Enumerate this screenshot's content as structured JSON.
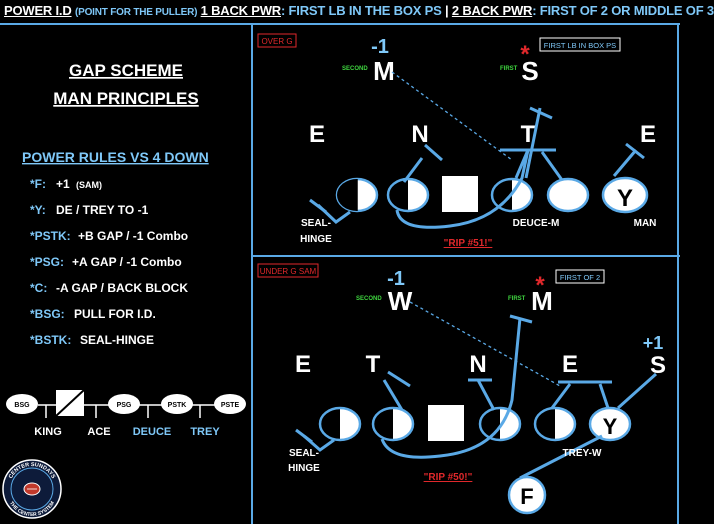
{
  "header": {
    "title": "POWER I.D",
    "subtitle": "(POINT FOR THE PULLER)",
    "one_back_label": "1 BACK PWR",
    "one_back_rule": ": FIRST LB IN THE BOX PS",
    "separator": "|",
    "two_back_label": "2 BACK PWR",
    "two_back_rule": ": FIRST OF 2 OR MIDDLE OF 3"
  },
  "left_panel": {
    "heading_1": "GAP SCHEME",
    "heading_2": "MAN PRINCIPLES",
    "rules_title": "POWER RULES VS 4 DOWN",
    "rules": [
      {
        "pos": "*F:",
        "text": "+1",
        "note": "(SAM)"
      },
      {
        "pos": "*Y:",
        "text": "DE / TREY TO -1",
        "note": ""
      },
      {
        "pos": "*PSTK:",
        "text": "+B GAP / -1 Combo",
        "note": ""
      },
      {
        "pos": "*PSG:",
        "text": "+A GAP / -1 Combo",
        "note": ""
      },
      {
        "pos": "*C:",
        "text": "-A GAP / BACK BLOCK",
        "note": ""
      },
      {
        "pos": "*BSG:",
        "text": "PULL FOR I.D.",
        "note": ""
      },
      {
        "pos": "*BSTK:",
        "text": "SEAL-HINGE",
        "note": ""
      }
    ],
    "line_nodes": [
      "BSG",
      "PSG",
      "PSTK",
      "PSTE"
    ],
    "line_labels": [
      {
        "text": "KING",
        "color": "#ffffff"
      },
      {
        "text": "ACE",
        "color": "#ffffff"
      },
      {
        "text": "DEUCE",
        "color": "#7fc8f8"
      },
      {
        "text": "TREY",
        "color": "#7fc8f8"
      }
    ],
    "logo_text_top": "CENTER SUNDAYS",
    "logo_text_bottom": "THE CENTER SYSTEM"
  },
  "play_top": {
    "tag": "OVER G",
    "callout": "FIRST LB IN BOX PS",
    "lb_left": {
      "letter": "M",
      "label": "SECOND",
      "number": "-1"
    },
    "lb_right": {
      "letter": "S",
      "label": "FIRST",
      "mark": "*"
    },
    "dl": [
      "E",
      "N",
      "T",
      "E"
    ],
    "y_letter": "Y",
    "labels": {
      "seal_1": "SEAL-",
      "seal_2": "HINGE",
      "deuce": "DEUCE-M",
      "man": "MAN"
    },
    "call": "\"RIP #51!\""
  },
  "play_bottom": {
    "tag": "UNDER G SAM",
    "callout": "FIRST OF 2",
    "lb_left": {
      "letter": "W",
      "label": "SECOND",
      "number": "-1"
    },
    "lb_right": {
      "letter": "M",
      "label": "FIRST",
      "mark": "*"
    },
    "dl": [
      "E",
      "T",
      "N",
      "E"
    ],
    "s_letter": "S",
    "s_number": "+1",
    "y_letter": "Y",
    "f_letter": "F",
    "labels": {
      "seal_1": "SEAL-",
      "seal_2": "HINGE",
      "trey": "TREY-W"
    },
    "call": "\"RIP #50!\""
  },
  "colors": {
    "accent_blue": "#5aa9e6",
    "call_red": "#e0282b",
    "label_green": "#3fd63f",
    "background": "#000000"
  }
}
